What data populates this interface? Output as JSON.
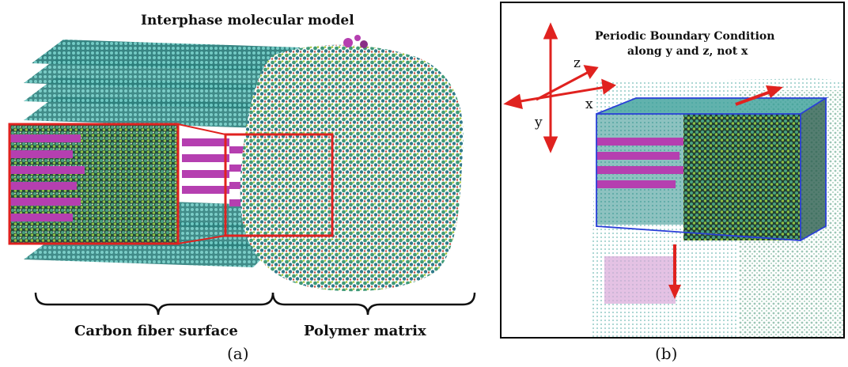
{
  "panel_a": {
    "title": "Interphase molecular model",
    "label_left": "Carbon fiber surface",
    "label_right": "Polymer matrix",
    "caption": "(a)"
  },
  "panel_b": {
    "title_line1": "Periodic Boundary Condition",
    "title_line2": "along y and z, not x",
    "axis_x": "x",
    "axis_y": "y",
    "axis_z": "z",
    "caption": "(b)"
  },
  "colors": {
    "graphene": "#2f8f8c",
    "graphene_light": "#5fc3bd",
    "sizing": "#b53fb0",
    "polymer": "#3a8f6a",
    "zoom_box": "#e0221f",
    "arrow": "#e0221f",
    "sim_box": "#2a3fd8"
  }
}
